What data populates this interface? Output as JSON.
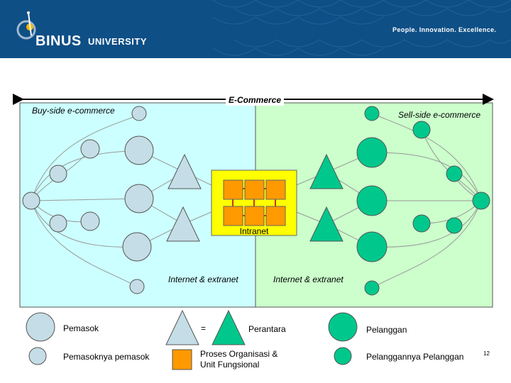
{
  "header": {
    "logo_name": "BINUS",
    "logo_suffix": "UNIVERSITY",
    "tagline": "People. Innovation. Excellence."
  },
  "diagram": {
    "title": "E-Commerce",
    "buy_side_label": "Buy-side e-commerce",
    "sell_side_label": "Sell-side e-commerce",
    "intranet_label": "Intranet",
    "internet_left_label": "Internet & extranet",
    "internet_right_label": "Internet & extranet"
  },
  "legend": {
    "supplier": "Pemasok",
    "supplier_of_supplier": "Pemasoknya pemasok",
    "equals": "=",
    "intermediary": "Perantara",
    "org_process": "Proses Organisasi & Unit Fungsional",
    "customer": "Pelanggan",
    "customer_of_customer": "Pelanggannya Pelanggan"
  },
  "page_number": "12",
  "colors": {
    "header_bg": "#0e4f86",
    "buy_side_bg": "#ccffff",
    "sell_side_bg": "#ccffcc",
    "supplier_fill": "#c5dde6",
    "customer_fill": "#00c88c",
    "intranet_bg": "#ffff00",
    "unit_fill": "#ff9900"
  }
}
